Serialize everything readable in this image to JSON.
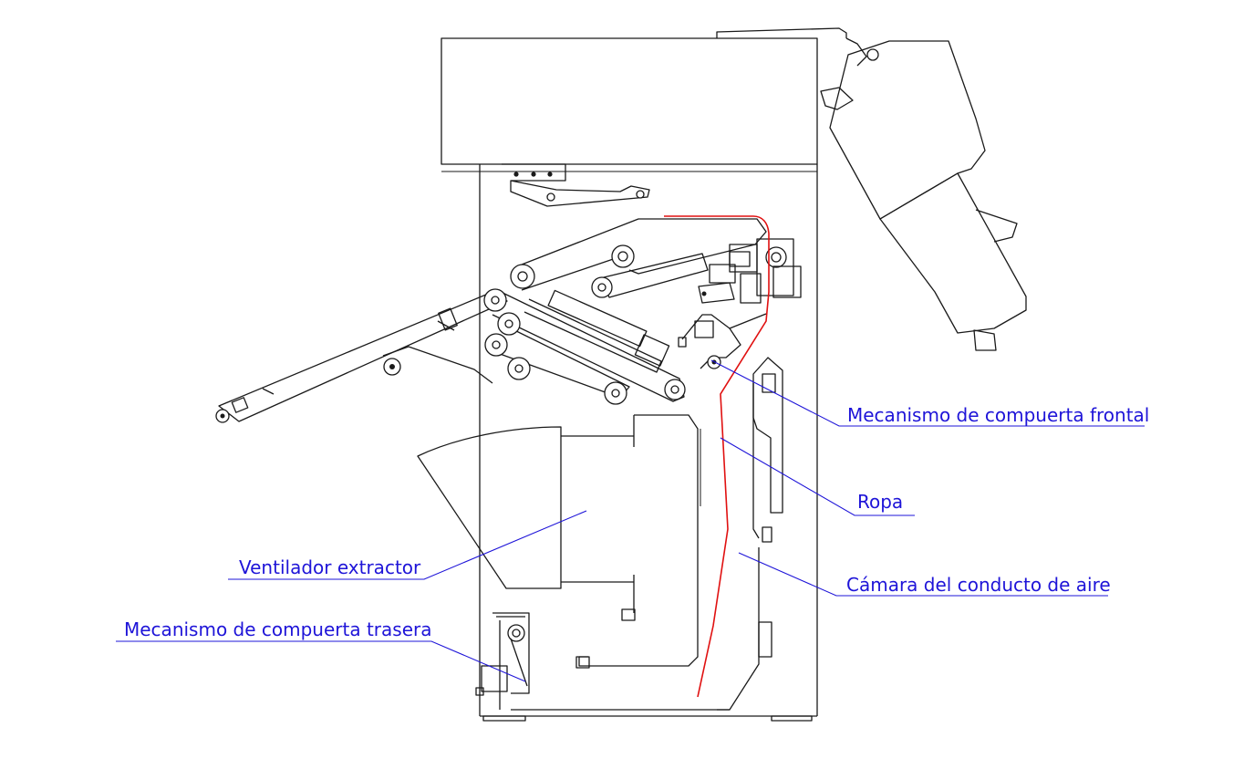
{
  "labels": {
    "front_gate": "Mecanismo de compuerta frontal",
    "clothes": "Ropa",
    "exhaust_fan": "Ventilador extractor",
    "air_duct": "Cámara del conducto de aire",
    "rear_gate": "Mecanismo de compuerta trasera"
  },
  "colors": {
    "label": "#1e14d8",
    "clothes_path": "#e01010",
    "drawing": "#1a1a1a"
  }
}
